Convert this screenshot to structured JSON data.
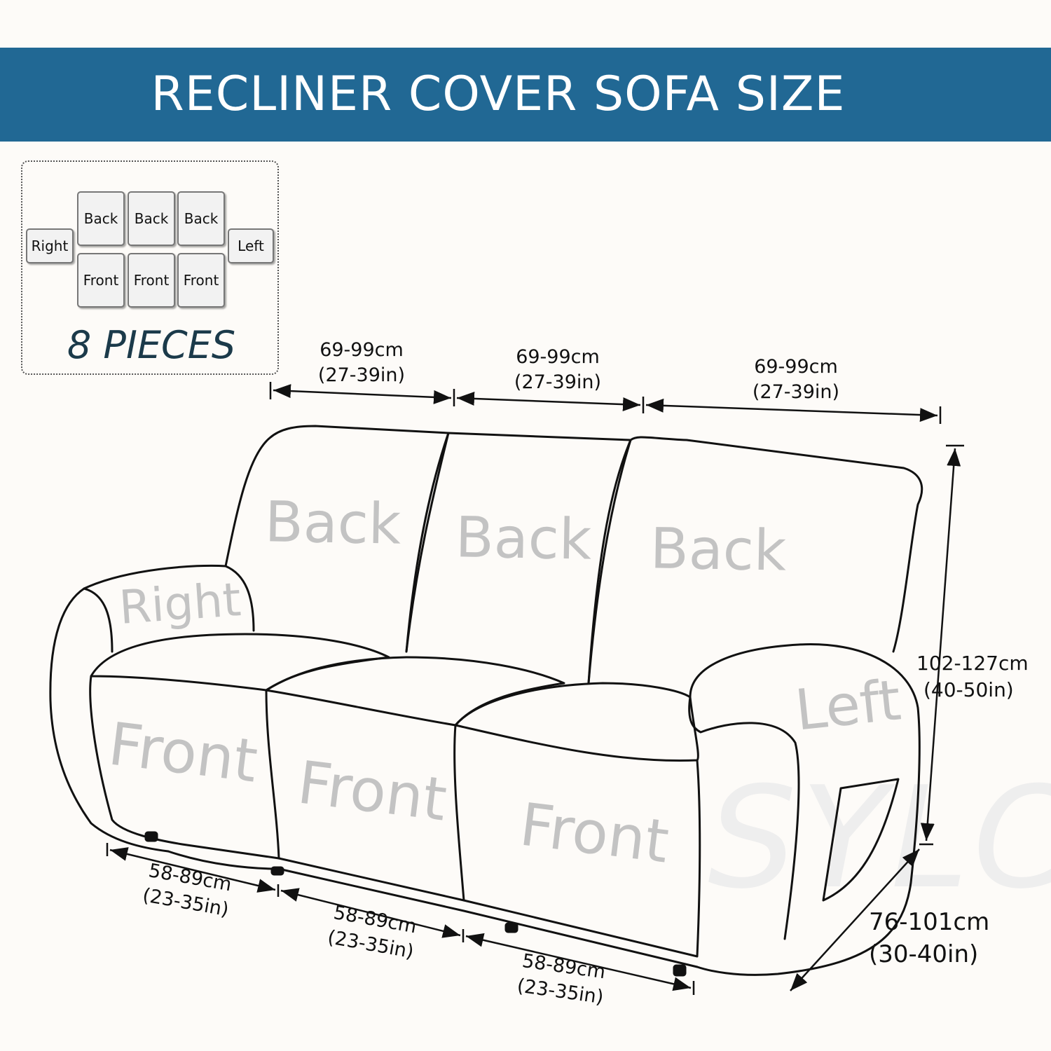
{
  "banner": {
    "title": "RECLINER COVER SOFA SIZE",
    "color": "#216894"
  },
  "legend": {
    "pieces": {
      "back1": "Back",
      "back2": "Back",
      "back3": "Back",
      "right": "Right",
      "left": "Left",
      "front1": "Front",
      "front2": "Front",
      "front3": "Front"
    },
    "count": "8 PIECES"
  },
  "sofa_labels": {
    "back1": "Back",
    "back2": "Back",
    "back3": "Back",
    "right": "Right",
    "left": "Left",
    "front1": "Front",
    "front2": "Front",
    "front3": "Front"
  },
  "measurements": {
    "back_width": [
      {
        "cm": "69-99cm",
        "in": "(27-39in)"
      },
      {
        "cm": "69-99cm",
        "in": "(27-39in)"
      },
      {
        "cm": "69-99cm",
        "in": "(27-39in)"
      }
    ],
    "seat_width": [
      {
        "cm": "58-89cm",
        "in": "(23-35in)"
      },
      {
        "cm": "58-89cm",
        "in": "(23-35in)"
      },
      {
        "cm": "58-89cm",
        "in": "(23-35in)"
      }
    ],
    "height": {
      "cm": "102-127cm",
      "in": "(40-50in)"
    },
    "depth": {
      "cm": "76-101cm",
      "in": "(30-40in)"
    }
  },
  "watermark": "SYLC"
}
